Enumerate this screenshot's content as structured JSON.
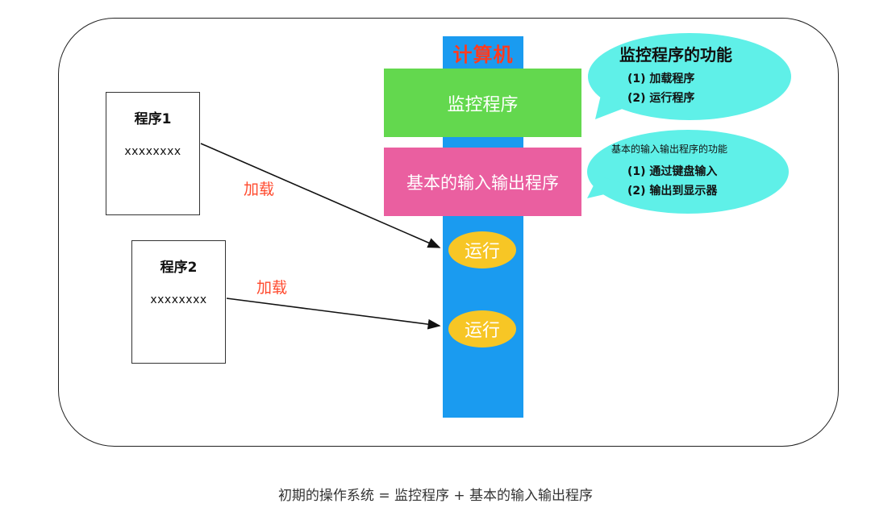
{
  "computer": {
    "title": "计算机"
  },
  "monitor": {
    "label": "监控程序"
  },
  "io": {
    "label": "基本的输入输出程序"
  },
  "run_labels": [
    "运行",
    "运行"
  ],
  "programs": [
    {
      "title": "程序1",
      "body": "xxxxxxxx"
    },
    {
      "title": "程序2",
      "body": "xxxxxxxx"
    }
  ],
  "load_labels": [
    "加载",
    "加载"
  ],
  "monitor_bubble": {
    "title": "监控程序的功能",
    "items": [
      "(1) 加载程序",
      "(2) 运行程序"
    ]
  },
  "io_bubble": {
    "title": "基本的输入输出程序的功能",
    "items": [
      "(1) 通过键盘输入",
      "(2) 输出到显示器"
    ]
  },
  "caption": "初期的操作系统 = 监控程序 + 基本的输入输出程序",
  "colors": {
    "computer_bar": "#1a9bf0",
    "monitor_box": "#63d84e",
    "io_box": "#ea5fa0",
    "run_pill": "#f7c625",
    "bubble": "#5ff0e8",
    "load_text": "#ff4a2e",
    "computer_title": "#ff3b1f"
  }
}
